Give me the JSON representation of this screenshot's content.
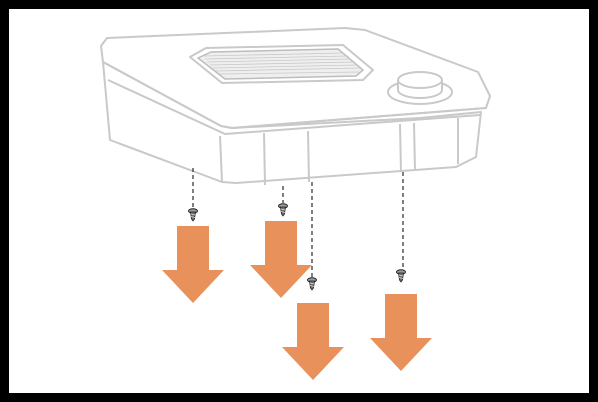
{
  "colors": {
    "frame": "#000000",
    "background": "#ffffff",
    "device_outline": "#c9c9c9",
    "device_fill": "#ffffff",
    "arrow": "#e8915b",
    "screw": "#6f6f6f",
    "guide_line": "#2b2b2b"
  },
  "icons": {
    "arrow": "arrow-down-icon",
    "screw": "screw-icon",
    "knob": "knob-icon",
    "filter": "filter-grille-icon"
  },
  "screws": [
    {
      "id": "screw-1"
    },
    {
      "id": "screw-2"
    },
    {
      "id": "screw-3"
    },
    {
      "id": "screw-4"
    }
  ],
  "arrows": [
    {
      "id": "arrow-1"
    },
    {
      "id": "arrow-2"
    },
    {
      "id": "arrow-3"
    },
    {
      "id": "arrow-4"
    }
  ]
}
